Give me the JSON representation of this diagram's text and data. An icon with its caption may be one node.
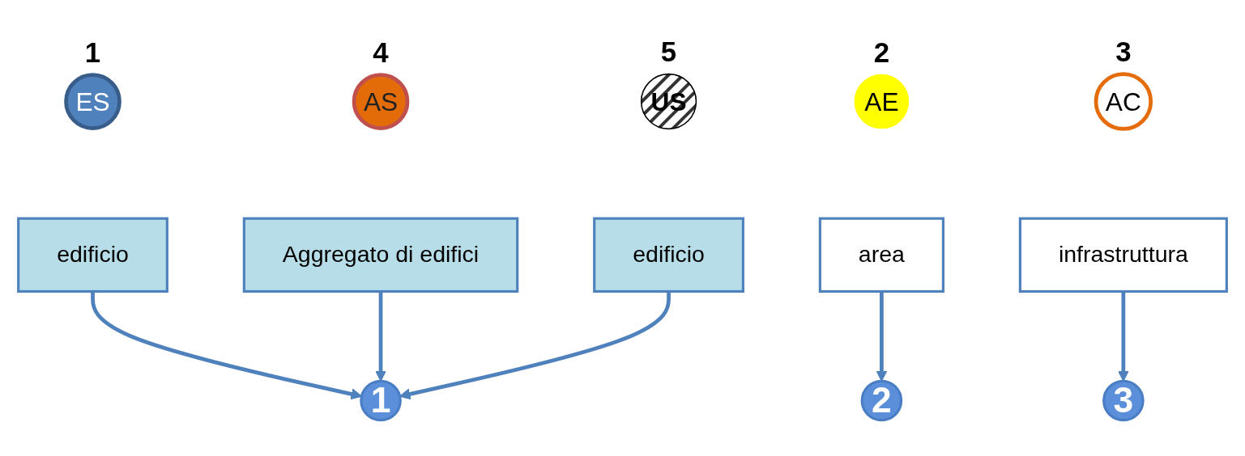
{
  "diagram": {
    "nodes": [
      {
        "text": [
          "ES"
        ],
        "beside": [
          "1"
        ]
      },
      {
        "text": [
          "AE"
        ],
        "beside": [
          "2"
        ]
      },
      {
        "text": [
          "AC"
        ],
        "beside": [
          "3"
        ]
      },
      {
        "text": [
          "AS"
        ],
        "beside": [
          "4"
        ]
      },
      {
        "text": [
          "US"
        ],
        "beside": [
          "5"
        ]
      },
      {
        "text": [
          "edificio"
        ]
      },
      {
        "text": [
          "area"
        ]
      },
      {
        "text": [
          "infrastruttura"
        ]
      },
      {
        "text": [
          "Aggregato di edifici"
        ]
      },
      {
        "text": [
          "edificio"
        ]
      },
      {
        "text": [
          "1"
        ]
      },
      {
        "text": [
          "2"
        ]
      },
      {
        "text": [
          "3"
        ]
      }
    ],
    "edges": [
      {
        "from": 5,
        "to": 10,
        "arrow": "to"
      },
      {
        "from": 6,
        "to": 11,
        "arrow": "to"
      },
      {
        "from": 7,
        "to": 12,
        "arrow": "to"
      },
      {
        "from": 8,
        "to": 10,
        "arrow": "to"
      },
      {
        "from": 9,
        "to": 10,
        "arrow": "to"
      }
    ]
  }
}
